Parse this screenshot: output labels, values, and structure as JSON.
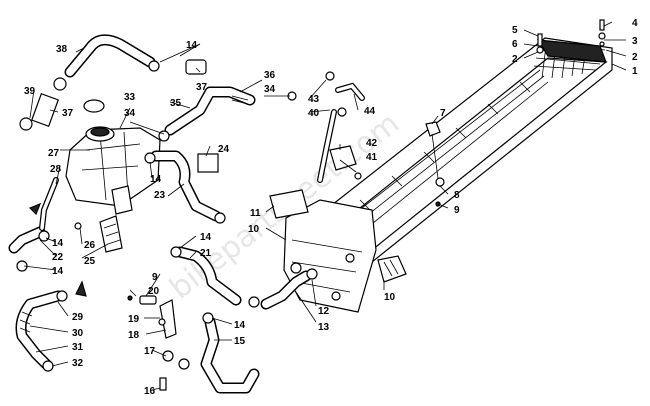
{
  "watermark": "bikepartsheet.com",
  "callouts": {
    "c1": "1",
    "c2a": "2",
    "c2b": "2",
    "c3": "3",
    "c4": "4",
    "c5": "5",
    "c6": "6",
    "c7": "7",
    "c8": "8",
    "c9a": "9",
    "c9b": "9",
    "c10a": "10",
    "c10b": "10",
    "c11": "11",
    "c12": "12",
    "c13": "13",
    "c14a": "14",
    "c14b": "14",
    "c14c": "14",
    "c14d": "14",
    "c14e": "14",
    "c14f": "14",
    "c15": "15",
    "c16": "16",
    "c17": "17",
    "c18": "18",
    "c19": "19",
    "c20": "20",
    "c21": "21",
    "c22": "22",
    "c23": "23",
    "c24": "24",
    "c25": "25",
    "c26": "26",
    "c27": "27",
    "c28": "28",
    "c29": "29",
    "c30": "30",
    "c31": "31",
    "c32": "32",
    "c33": "33",
    "c34a": "34",
    "c34b": "34",
    "c35": "35",
    "c36": "36",
    "c37a": "37",
    "c37b": "37",
    "c38": "38",
    "c39": "39",
    "c40": "40",
    "c41": "41",
    "c42": "42",
    "c43": "43",
    "c44": "44"
  }
}
